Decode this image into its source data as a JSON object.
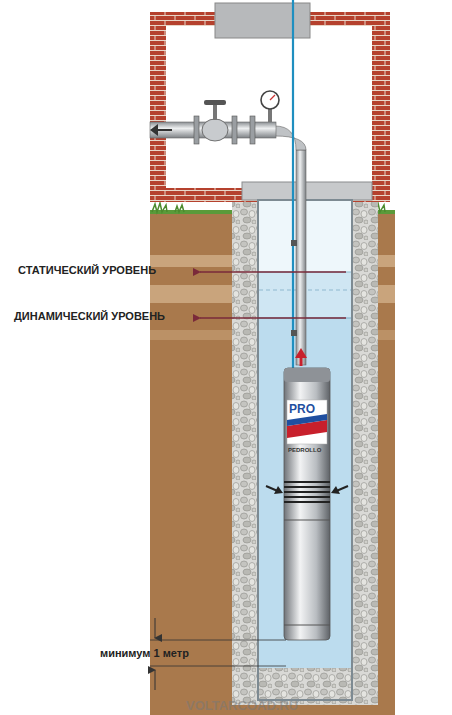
{
  "diagram": {
    "labels": [
      "СТАТИЧЕСКИЙ УРОВЕНЬ",
      "ДИНАМИЧЕСКИЙ УРОВЕНЬ",
      "минимум 1 метр",
      "PRO",
      "PEDROLLO",
      "VOLTARCOAD.RU"
    ]
  }
}
